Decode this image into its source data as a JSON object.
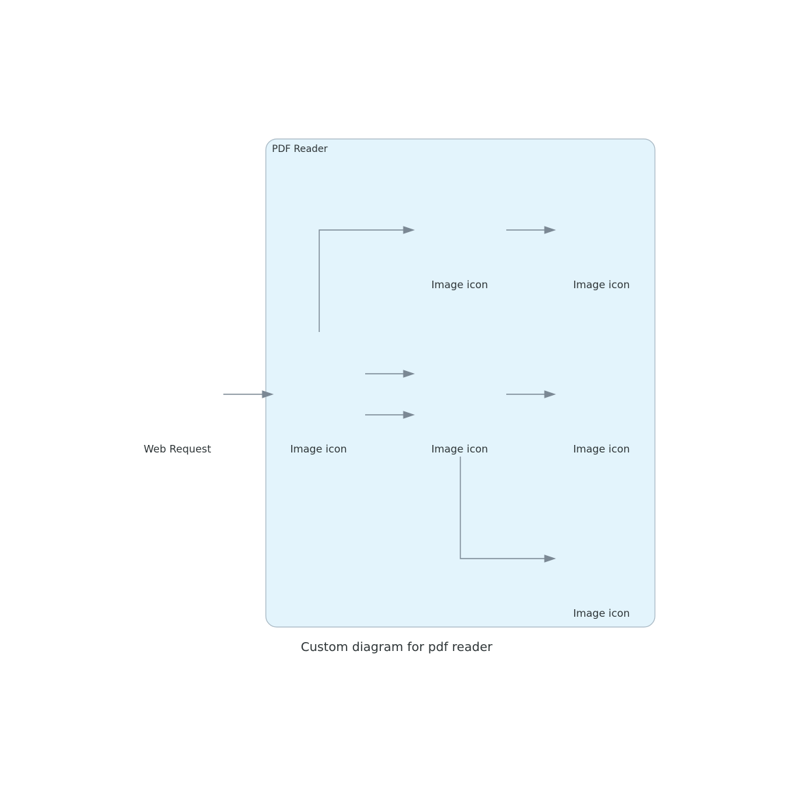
{
  "cluster": {
    "label": "PDF Reader",
    "fill": "#e3f4fc",
    "border": "#a8b8c3"
  },
  "nodes": {
    "web_request": {
      "label": "Web Request",
      "icon": "image-icon"
    },
    "main": {
      "label": "Image icon",
      "icon": "image-icon"
    },
    "top_mid": {
      "label": "Image icon",
      "icon": "image-icon"
    },
    "top_right": {
      "label": "Image icon",
      "icon": "image-icon"
    },
    "mid_mid": {
      "label": "Image icon",
      "icon": "image-icon"
    },
    "mid_right": {
      "label": "Image icon",
      "icon": "image-icon"
    },
    "bottom_right": {
      "label": "Image icon",
      "icon": "image-icon"
    }
  },
  "edges": [
    {
      "from": "web_request",
      "to": "main"
    },
    {
      "from": "main",
      "to": "top_mid"
    },
    {
      "from": "main",
      "to": "mid_mid"
    },
    {
      "from": "main",
      "to": "mid_mid"
    },
    {
      "from": "top_mid",
      "to": "top_right"
    },
    {
      "from": "mid_mid",
      "to": "mid_right"
    },
    {
      "from": "mid_mid",
      "to": "bottom_right"
    }
  ],
  "edge_color": "#7b8894",
  "caption": "Custom diagram for pdf reader"
}
